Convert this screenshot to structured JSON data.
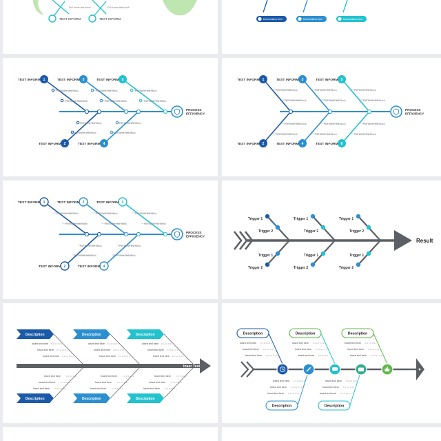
{
  "colors": {
    "navy": "#1b5aa8",
    "blue": "#2b8fd0",
    "teal": "#22c2cf",
    "spine": "#5c6064",
    "green": "#5fb84a",
    "leaf": "#bfe6b0",
    "bg": "#e9ebee"
  },
  "slide1": {
    "label1": "TEST INFORM",
    "label2": "TEST INFORM",
    "small": "Full loone test block"
  },
  "slide2": {
    "pills": [
      "Information text",
      "Information text",
      "Information text"
    ]
  },
  "slide3": {
    "top_labels": [
      "TEST INFORM",
      "TEST INFORM",
      "TEST INFORM"
    ],
    "bottom_labels": [
      "TEST INFORM",
      "TEST INFORM"
    ],
    "top_numbers": [
      "1",
      "3",
      "5"
    ],
    "bottom_numbers": [
      "2",
      "4"
    ],
    "small": "Full loone test block",
    "head": [
      "PROCESS",
      "EFFICIENCY"
    ]
  },
  "slide4": {
    "top_labels": [
      "TEST INFORM",
      "TEST INFORM",
      "TEST INFORM"
    ],
    "bottom_labels": [
      "TEST INFORM",
      "TEST INFORM",
      "TEST INFORM"
    ],
    "top_numbers": [
      "1",
      "3",
      "5"
    ],
    "bottom_numbers": [
      "2",
      "4",
      "6"
    ],
    "small": "Full loone test block",
    "head": [
      "PROCESS",
      "EFFICIENCY"
    ]
  },
  "slide5": {
    "top_labels": [
      "TEST INFORM",
      "TEST INFORM",
      "TEST INFORM"
    ],
    "bottom_labels": [
      "TEST INFORM",
      "TEST INFORM"
    ],
    "top_numbers": [
      "1",
      "3",
      "5"
    ],
    "bottom_numbers": [
      "2",
      "4"
    ],
    "small": "Full loone test block",
    "head": [
      "PROCESS",
      "EFFICIENCY"
    ]
  },
  "slide6": {
    "trigger1": "Trigger 1",
    "trigger2": "Trigger 2",
    "result": "Result"
  },
  "slide7": {
    "tags": "Description",
    "text": "Insert text here",
    "spine_label": "Inser Text"
  },
  "slide8": {
    "tags": "Description",
    "text": "Insert text here"
  }
}
